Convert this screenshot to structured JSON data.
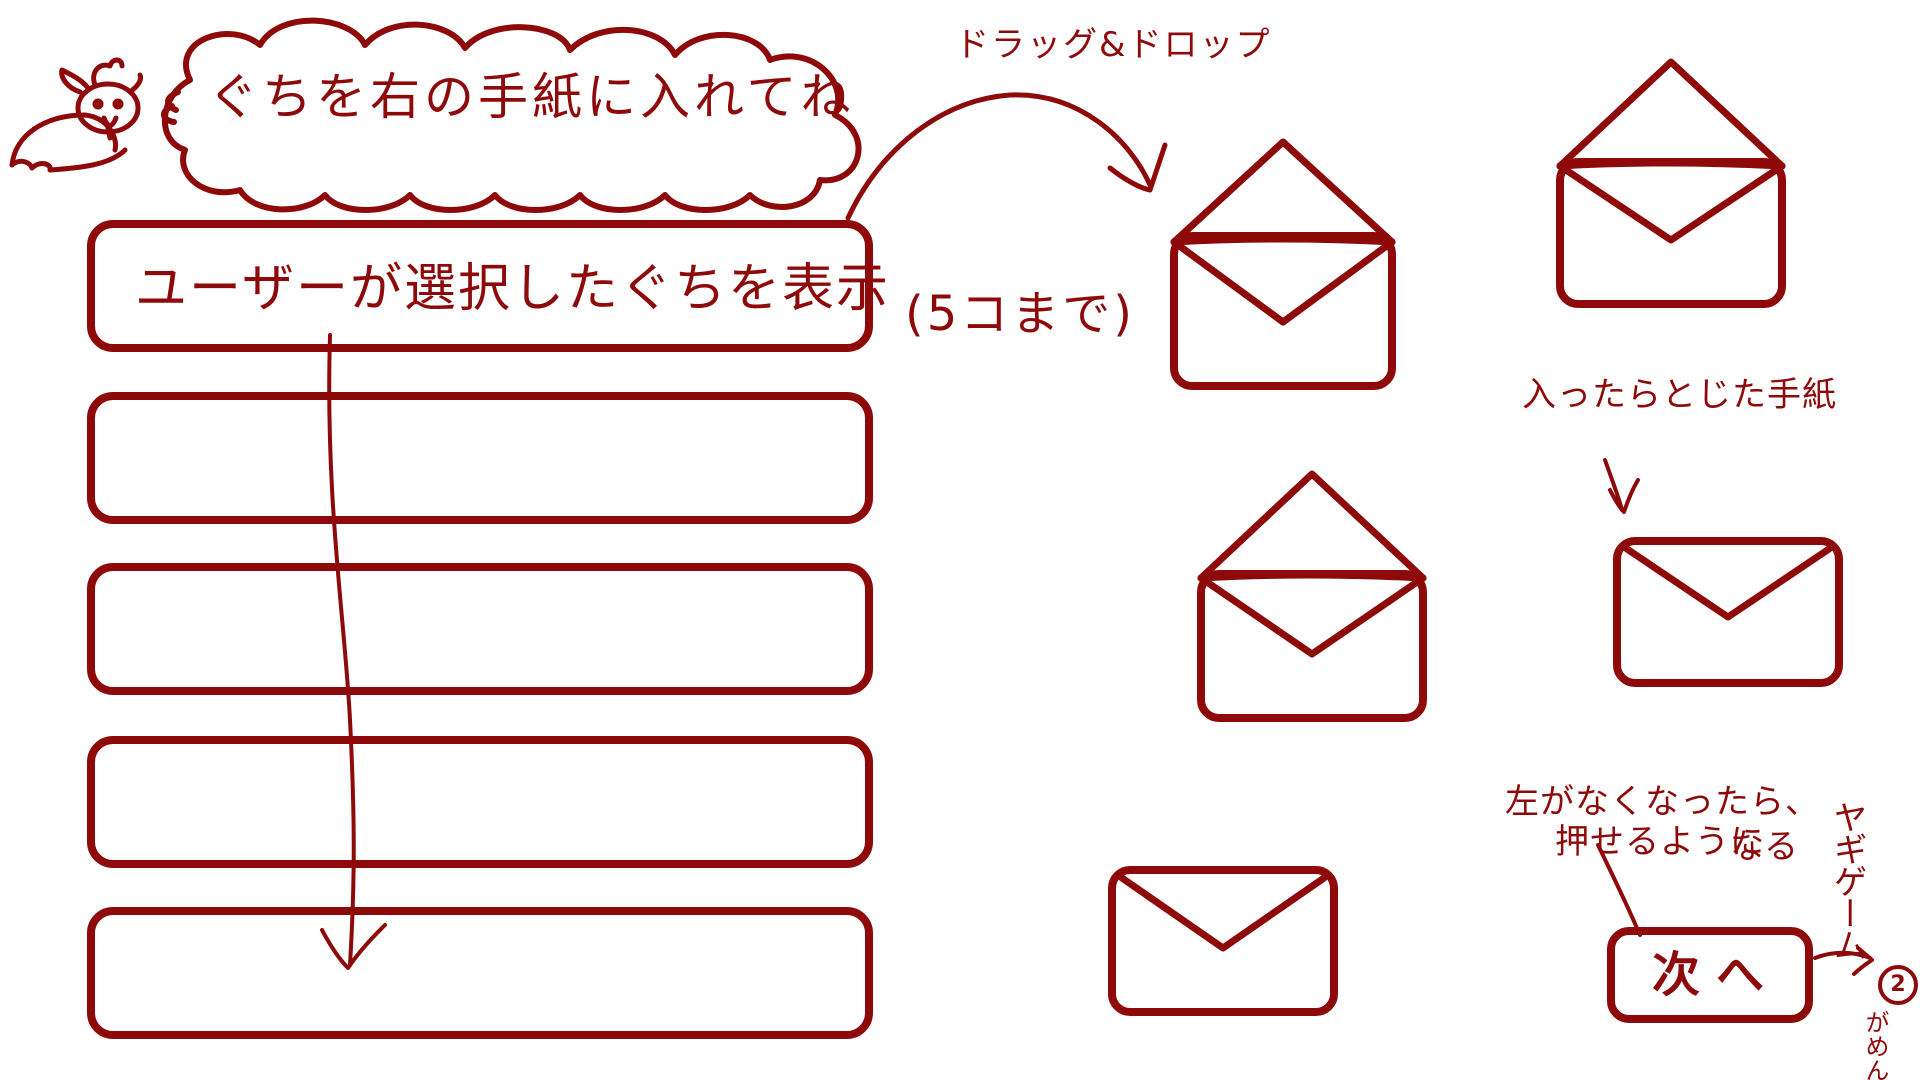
{
  "instruction": {
    "bubble_text": "ぐちを右の手紙に入れてね"
  },
  "complaint_slots": [
    {
      "label": "ユーザーが選択したぐちを表示"
    },
    {
      "label": ""
    },
    {
      "label": ""
    },
    {
      "label": ""
    },
    {
      "label": ""
    }
  ],
  "annotations": {
    "drag_and_drop": "ドラッグ&ドロップ",
    "limit": "(5コまで)",
    "closed_when_filled": "入ったらとじた手紙",
    "enable_condition_line1": "左がなくなったら、",
    "enable_condition_line2": "押せるように",
    "enable_condition_line3": "なる",
    "next_destination": "ヤギゲーム",
    "next_destination_screen_no": "2",
    "next_destination_suffix": "がめん"
  },
  "letters": [
    {
      "state": "open"
    },
    {
      "state": "open"
    },
    {
      "state": "open"
    },
    {
      "state": "closed"
    },
    {
      "state": "closed"
    }
  ],
  "next_button": {
    "label": "次へ"
  },
  "colors": {
    "ink": "#8e0a0a",
    "background": "#ffffff"
  },
  "icons": {
    "mascot": "goat-mascot-icon",
    "letter_open": "open-envelope-icon",
    "letter_closed": "closed-envelope-icon"
  }
}
